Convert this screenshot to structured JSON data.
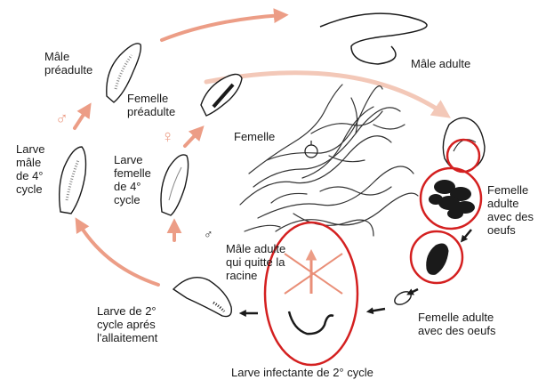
{
  "labels": {
    "male_preadult": [
      "Mâle",
      "préadulte"
    ],
    "female_preadult": [
      "Femelle",
      "préadulte"
    ],
    "male_adult": "Mâle adulte",
    "larva_male_4": [
      "Larve",
      "mâle",
      "de 4°",
      "cycle"
    ],
    "larva_female_4": [
      "Larve",
      "femelle",
      "de 4°",
      "cycle"
    ],
    "female_root": "Femelle",
    "female_adult_eggs_right": [
      "Femelle",
      "adulte",
      "avec des",
      "oeufs"
    ],
    "male_adult_leaving_root": [
      "Mâle adulte",
      "qui quitte la",
      "racine"
    ],
    "larva_2_after_feeding": [
      "Larve de 2°",
      "cycle aprés",
      "l'allaitement"
    ],
    "female_adult_eggs_bottom": [
      "Femelle adulte",
      "avec des oeufs"
    ],
    "infective_larva": "Larve infectante de 2° cycle"
  },
  "symbols": {
    "male": "♂",
    "female": "♀",
    "male_small": "♂"
  },
  "colors": {
    "arrow_salmon": "#ec9d86",
    "arrow_pale": "#f3c8b8",
    "circle_red": "#d42020",
    "ink": "#1a1a1a",
    "cross": "#e98f78"
  }
}
